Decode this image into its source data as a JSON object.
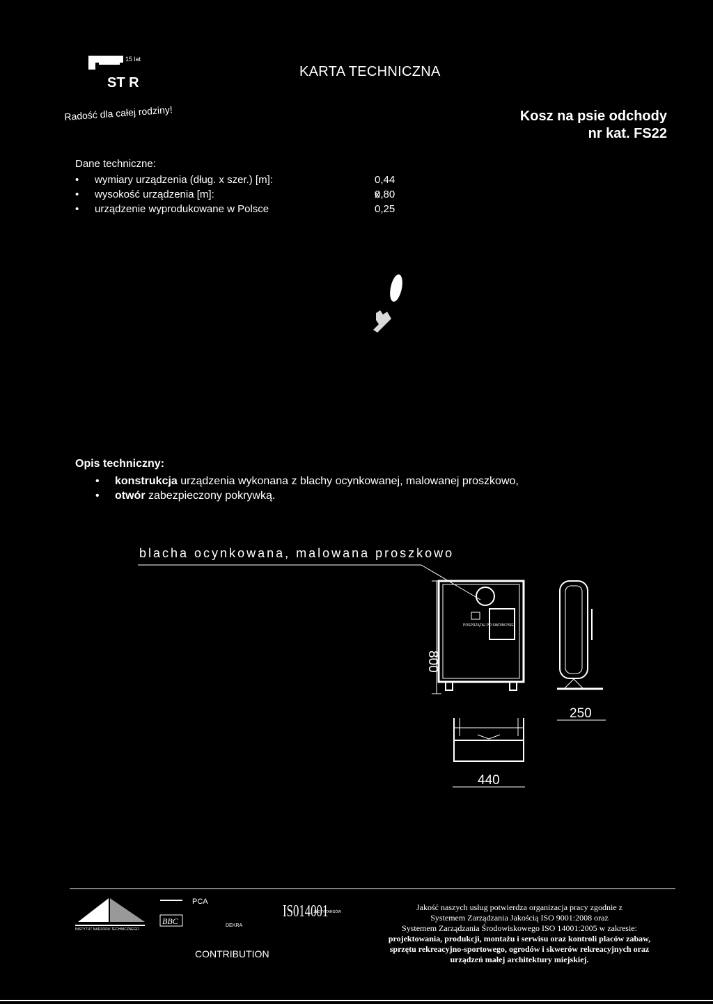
{
  "header": {
    "logo_badge": "15 lat",
    "logo_text": "ST R",
    "doc_title": "KARTA TECHNICZNA",
    "slogan": "Radość dla całej rodziny!"
  },
  "product": {
    "name": "Kosz na psie odchody",
    "catalog": "nr kat. FS22"
  },
  "specs": {
    "heading": "Dane techniczne:",
    "items": [
      {
        "label": "wymiary urządzenia (dług. x szer.) [m]:",
        "value": "0,44 x 0,25"
      },
      {
        "label": "wysokość urządzenia [m]:",
        "value": "0,80"
      },
      {
        "label": "urządzenie wyprodukowane w Polsce",
        "value": ""
      }
    ]
  },
  "description": {
    "heading": "Opis techniczny:",
    "items": [
      {
        "bold": "konstrukcja",
        "text": " urządzenia wykonana z blachy ocynkowanej, malowanej proszkowo,"
      },
      {
        "bold": "otwór",
        "text": " zabezpieczony pokrywką."
      }
    ]
  },
  "drawing": {
    "material_label": "blacha ocynkowana, malowana proszkowo",
    "height": "800",
    "width": "440",
    "depth": "250",
    "front_sign": "POSPRZĄTAJ PO SWOIM PSIE"
  },
  "footer": {
    "int_label": "INSTYTUT NADZORU TECHNICZNEGO",
    "bbc": "BBC",
    "pca": "PCA",
    "dekra": "DEKRA",
    "iso": "IS014001",
    "award": "ZŁOTY TARGÓW",
    "contribution": "CONTRIBUTION",
    "quality_lines": [
      "Jakość naszych usług potwierdza organizacja pracy zgodnie z",
      "Systemem Zarządzania Jakością ISO 9001:2008 oraz",
      "Systemem Zarządzania Środowiskowego ISO 14001:2005 w zakresie:",
      "projektowania, produkcji, montażu i serwisu oraz kontroli placów zabaw,",
      "sprzętu rekreacyjno-sportowego, ogrodów i skwerów rekreacyjnych oraz",
      "urządzeń małej architektury miejskiej."
    ]
  }
}
